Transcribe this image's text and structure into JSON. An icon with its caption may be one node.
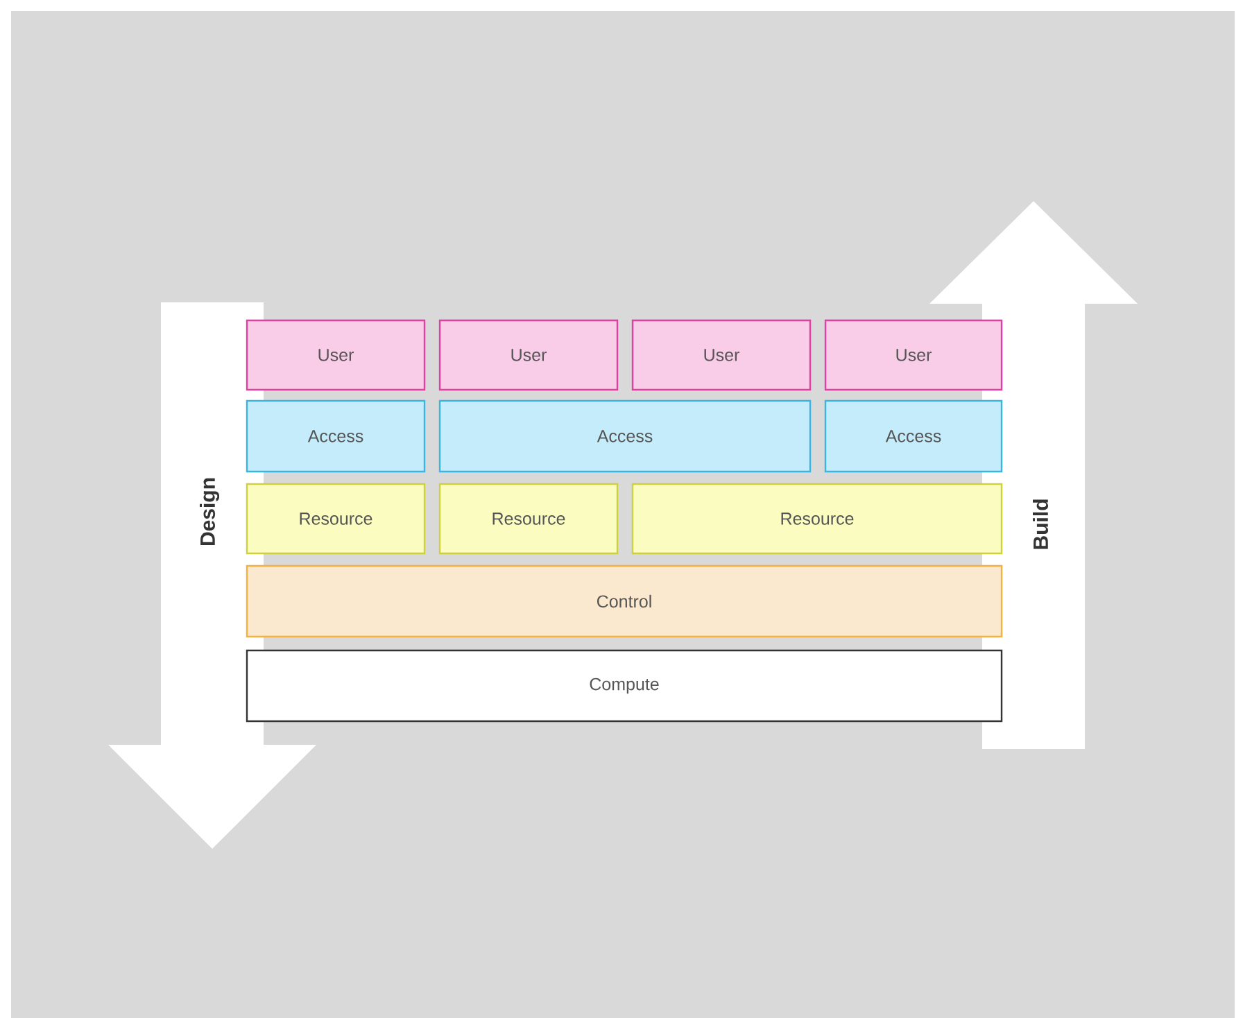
{
  "diagram": {
    "nodes": [
      {
        "text": [
          "User"
        ]
      },
      {
        "text": [
          "User"
        ]
      },
      {
        "text": [
          "User"
        ]
      },
      {
        "text": [
          "User"
        ]
      },
      {
        "text": [
          "Access"
        ]
      },
      {
        "text": [
          "Access"
        ]
      },
      {
        "text": [
          "Access"
        ]
      },
      {
        "text": [
          "Resource"
        ]
      },
      {
        "text": [
          "Resource"
        ]
      },
      {
        "text": [
          "Resource"
        ]
      },
      {
        "text": [
          "Control"
        ]
      },
      {
        "text": [
          "Compute"
        ]
      }
    ],
    "labels": [
      "Design",
      "Build"
    ]
  }
}
